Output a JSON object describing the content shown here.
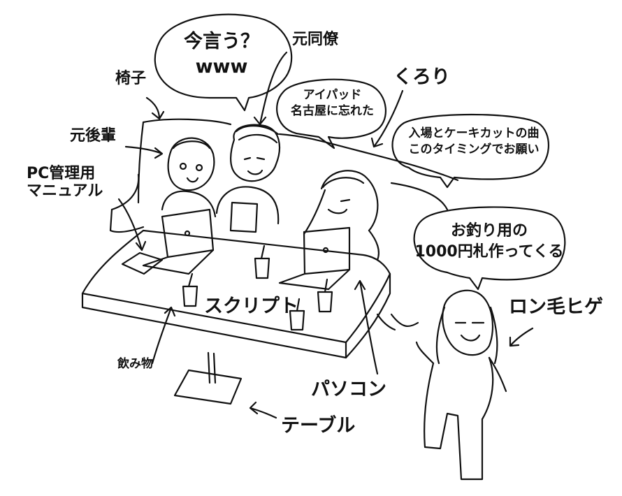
{
  "labels": {
    "former_colleague": "元同僚",
    "kurori": "くろり",
    "chair": "椅子",
    "former_junior": "元後輩",
    "pc_manual": [
      "PC管理用",
      "マニュアル"
    ],
    "long_hair_beard": "ロン毛ヒゲ",
    "script": "スクリプト",
    "drinks": "飲み物",
    "computer": "パソコン",
    "table": "テーブル"
  },
  "bubbles": {
    "say_now": [
      "今言う？",
      "www"
    ],
    "ipad": [
      "アイパッド",
      "名古屋に忘れた"
    ],
    "cake_song": [
      "入場とケーキカットの曲",
      "このタイミングでお願い"
    ],
    "money": [
      "お釣り用の",
      "1000円札作ってくる"
    ]
  }
}
